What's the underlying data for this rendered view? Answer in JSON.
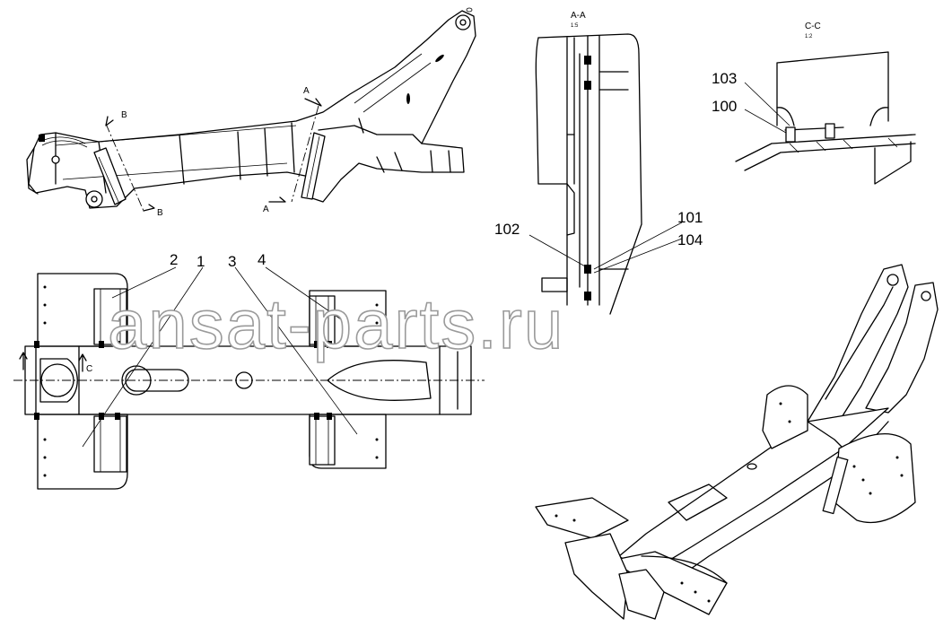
{
  "watermark": "ansat-parts.ru",
  "sections": {
    "aa": {
      "title": "A-A",
      "scale": "1:5"
    },
    "cc": {
      "title": "C-C",
      "scale": "1:2"
    },
    "mark_a": "A",
    "mark_b": "B",
    "mark_c": "C"
  },
  "callouts": {
    "c1": "1",
    "c2": "2",
    "c3": "3",
    "c4": "4",
    "c100": "100",
    "c101": "101",
    "c102": "102",
    "c103": "103",
    "c104": "104"
  }
}
